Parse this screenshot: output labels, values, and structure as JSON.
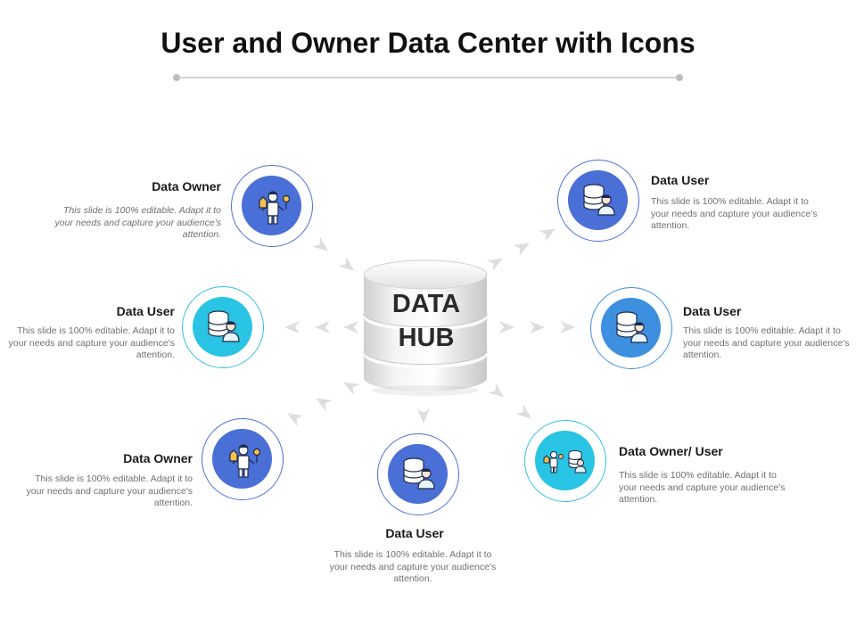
{
  "title": "User and Owner Data Center with Icons",
  "hub": {
    "line1": "DATA",
    "line2": "HUB"
  },
  "colors": {
    "dark_blue": "#4a6fd6",
    "light_blue": "#29c4e3",
    "mid_blue": "#3d8fe0",
    "ring_dark": "#4a6fd6",
    "ring_light": "#2fc0e0",
    "arrow": "#dcdcdc"
  },
  "nodes": [
    {
      "label": "Data Owner",
      "description": "This slide is 100% editable. Adapt it to your needs and capture your audience's attention.",
      "icon": "data-owner-icon"
    },
    {
      "label": "Data User",
      "description": "This slide is 100% editable. Adapt it to your needs and capture your audience's attention.",
      "icon": "data-user-icon"
    },
    {
      "label": "Data Owner",
      "description": "This slide is 100% editable. Adapt it to your needs and capture your audience's attention.",
      "icon": "data-owner-icon"
    },
    {
      "label": "Data User",
      "description": "This slide is 100% editable. Adapt it to your needs and capture your audience's attention.",
      "icon": "data-user-icon"
    },
    {
      "label": "Data User",
      "description": "This slide is 100% editable. Adapt it to your needs and capture your audience's attention.",
      "icon": "data-user-icon"
    },
    {
      "label": "Data User",
      "description": "This slide is 100% editable. Adapt it to your needs and capture your audience's attention.",
      "icon": "data-user-icon"
    },
    {
      "label": "Data Owner/ User",
      "description": "This slide is 100% editable. Adapt it to your needs and capture your audience's attention.",
      "icon": "data-owner-user-icon"
    }
  ]
}
